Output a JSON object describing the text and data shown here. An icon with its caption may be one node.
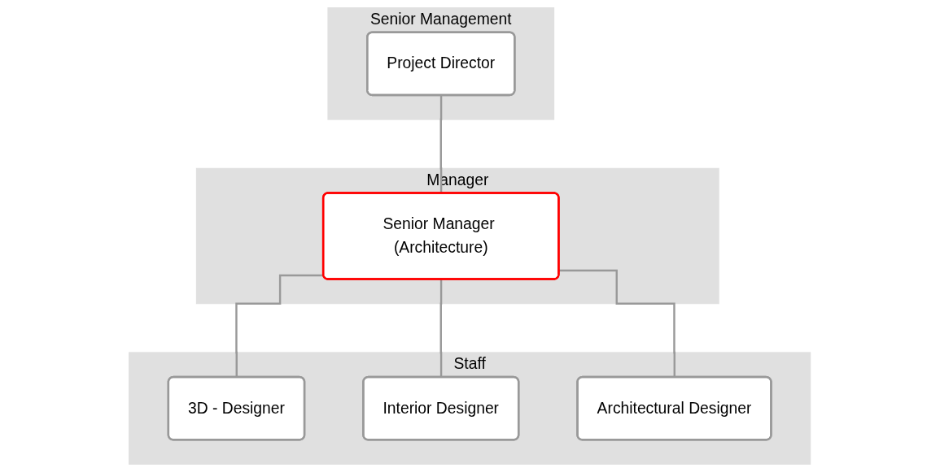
{
  "diagram": {
    "nodes": [
      {
        "text": [
          "Senior Management"
        ]
      },
      {
        "text": [
          "Project Director"
        ],
        "in": 0
      },
      {
        "text": [
          "Manager"
        ]
      },
      {
        "text": [
          "Senior Manager (Architecture)"
        ],
        "in": 2
      },
      {
        "text": [
          "Staff"
        ]
      },
      {
        "text": [
          "3D - Designer"
        ],
        "in": 4
      },
      {
        "text": [
          "Interior Designer"
        ],
        "in": 4
      },
      {
        "text": [
          "Architectural Designer"
        ],
        "in": 4
      }
    ],
    "edges": [
      {
        "from": 1,
        "to": 3,
        "arrow": "none"
      },
      {
        "from": 3,
        "to": 5,
        "arrow": "none"
      },
      {
        "from": 3,
        "to": 6,
        "arrow": "none"
      },
      {
        "from": 3,
        "to": 7,
        "arrow": "none"
      }
    ]
  }
}
